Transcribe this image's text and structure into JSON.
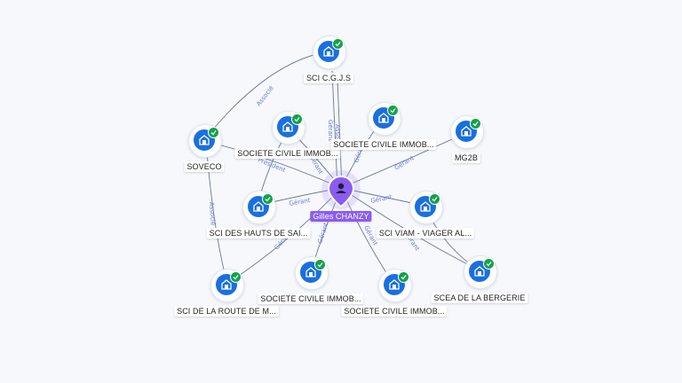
{
  "center": {
    "name": "Gilles CHANZY",
    "icon": "person-pin-icon",
    "color": "#8a5cf0"
  },
  "nodes": [
    {
      "id": "n_cgjs",
      "label": "SCI C.G.J.S",
      "icon": "building-icon",
      "status": "check-icon"
    },
    {
      "id": "n_soveco",
      "label": "SOVECO",
      "icon": "building-icon",
      "status": "check-icon"
    },
    {
      "id": "n_sci1",
      "label": "SOCIETE CIVILE IMMOB...",
      "icon": "building-icon",
      "status": "check-icon"
    },
    {
      "id": "n_sci2",
      "label": "SOCIETE CIVILE IMMOB...",
      "icon": "building-icon",
      "status": "check-icon"
    },
    {
      "id": "n_mg2b",
      "label": "MG2B",
      "icon": "building-icon",
      "status": "check-icon"
    },
    {
      "id": "n_hauts",
      "label": "SCI DES HAUTS DE SAI...",
      "icon": "building-icon",
      "status": "check-icon"
    },
    {
      "id": "n_viam",
      "label": "SCI VIAM - VIAGER AL...",
      "icon": "building-icon",
      "status": "check-icon"
    },
    {
      "id": "n_route",
      "label": "SCI DE LA ROUTE DE M...",
      "icon": "building-icon",
      "status": "check-icon"
    },
    {
      "id": "n_sci3",
      "label": "SOCIETE CIVILE IMMOB...",
      "icon": "building-icon",
      "status": "check-icon"
    },
    {
      "id": "n_sci4",
      "label": "SOCIETE CIVILE IMMOB...",
      "icon": "building-icon",
      "status": "check-icon"
    },
    {
      "id": "n_scea",
      "label": "SCEA DE LA BERGERIE",
      "icon": "building-icon",
      "status": "check-icon"
    }
  ],
  "edges": [
    {
      "from": "n_soveco",
      "to": "n_cgjs",
      "label": "Associé"
    },
    {
      "from": "center",
      "to": "n_cgjs",
      "label": "Gérant"
    },
    {
      "from": "center",
      "to": "n_cgjs",
      "label": "Associé"
    },
    {
      "from": "center",
      "to": "n_soveco",
      "label": "Président"
    },
    {
      "from": "center",
      "to": "n_sci1",
      "label": "Gérant"
    },
    {
      "from": "center",
      "to": "n_sci2",
      "label": "Gérant"
    },
    {
      "from": "center",
      "to": "n_mg2b",
      "label": "Gérant"
    },
    {
      "from": "center",
      "to": "n_hauts",
      "label": "Gérant"
    },
    {
      "from": "center",
      "to": "n_viam",
      "label": "Gérant"
    },
    {
      "from": "center",
      "to": "n_route",
      "label": "Gérant"
    },
    {
      "from": "center",
      "to": "n_sci3",
      "label": "Gérant"
    },
    {
      "from": "center",
      "to": "n_sci4",
      "label": "Gérant"
    },
    {
      "from": "center",
      "to": "n_scea",
      "label": "Gérant"
    },
    {
      "from": "n_soveco",
      "to": "n_route",
      "label": "Associé"
    }
  ]
}
